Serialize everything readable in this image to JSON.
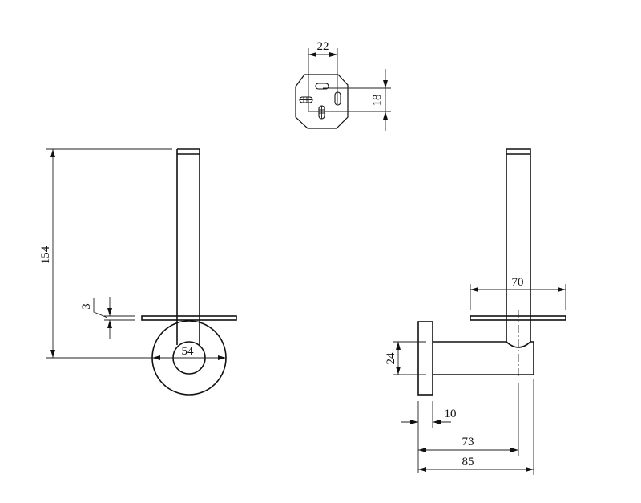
{
  "drawing": {
    "top_view": {
      "width_dim": "22",
      "height_dim": "18"
    },
    "front_view": {
      "height_dim": "154",
      "plate_thickness_dim": "3",
      "rosette_diameter_dim": "54"
    },
    "side_view": {
      "plate_width_dim": "70",
      "arm_height_dim": "24",
      "flange_thickness_dim": "10",
      "center_depth_dim": "73",
      "overall_depth_dim": "85"
    }
  },
  "colors": {
    "line": "#111111",
    "background": "#ffffff"
  }
}
